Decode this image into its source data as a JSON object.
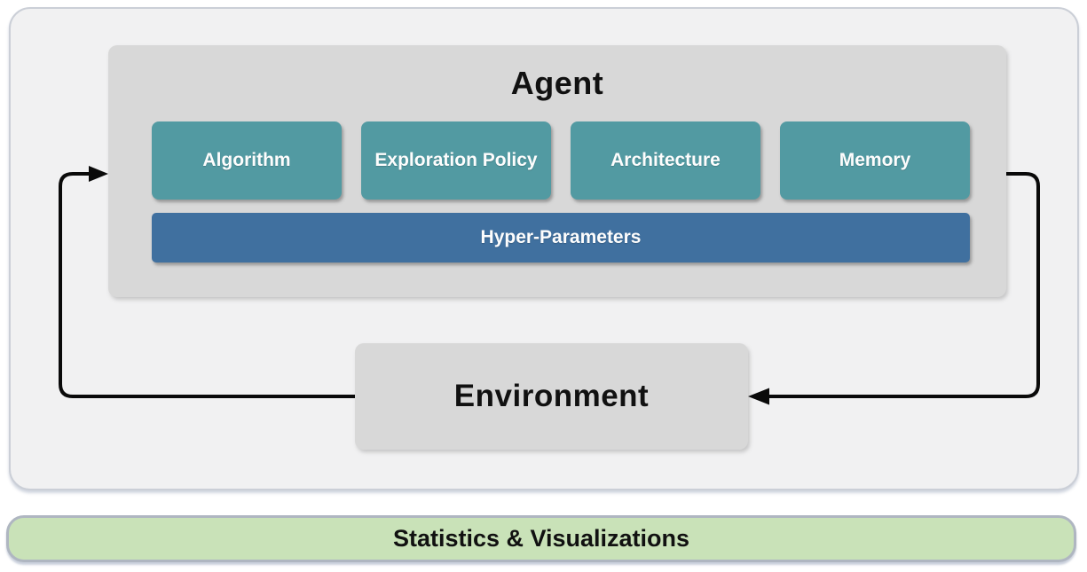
{
  "diagram": {
    "agent": {
      "title": "Agent",
      "modules": [
        "Algorithm",
        "Exploration Policy",
        "Architecture",
        "Memory"
      ],
      "hyper_parameters_label": "Hyper-Parameters"
    },
    "environment_label": "Environment",
    "footer_label": "Statistics & Visualizations",
    "arrows": {
      "agent_to_environment": "agent-output-loop-right",
      "environment_to_agent": "environment-feedback-loop-left"
    }
  },
  "colors": {
    "module_teal": "#529AA2",
    "hyper_blue": "#40709F",
    "box_gray": "#D8D8D8",
    "outer_background": "#F1F1F2",
    "footer_green": "#C9E2B8",
    "arrow_black": "#0A0A0A"
  }
}
